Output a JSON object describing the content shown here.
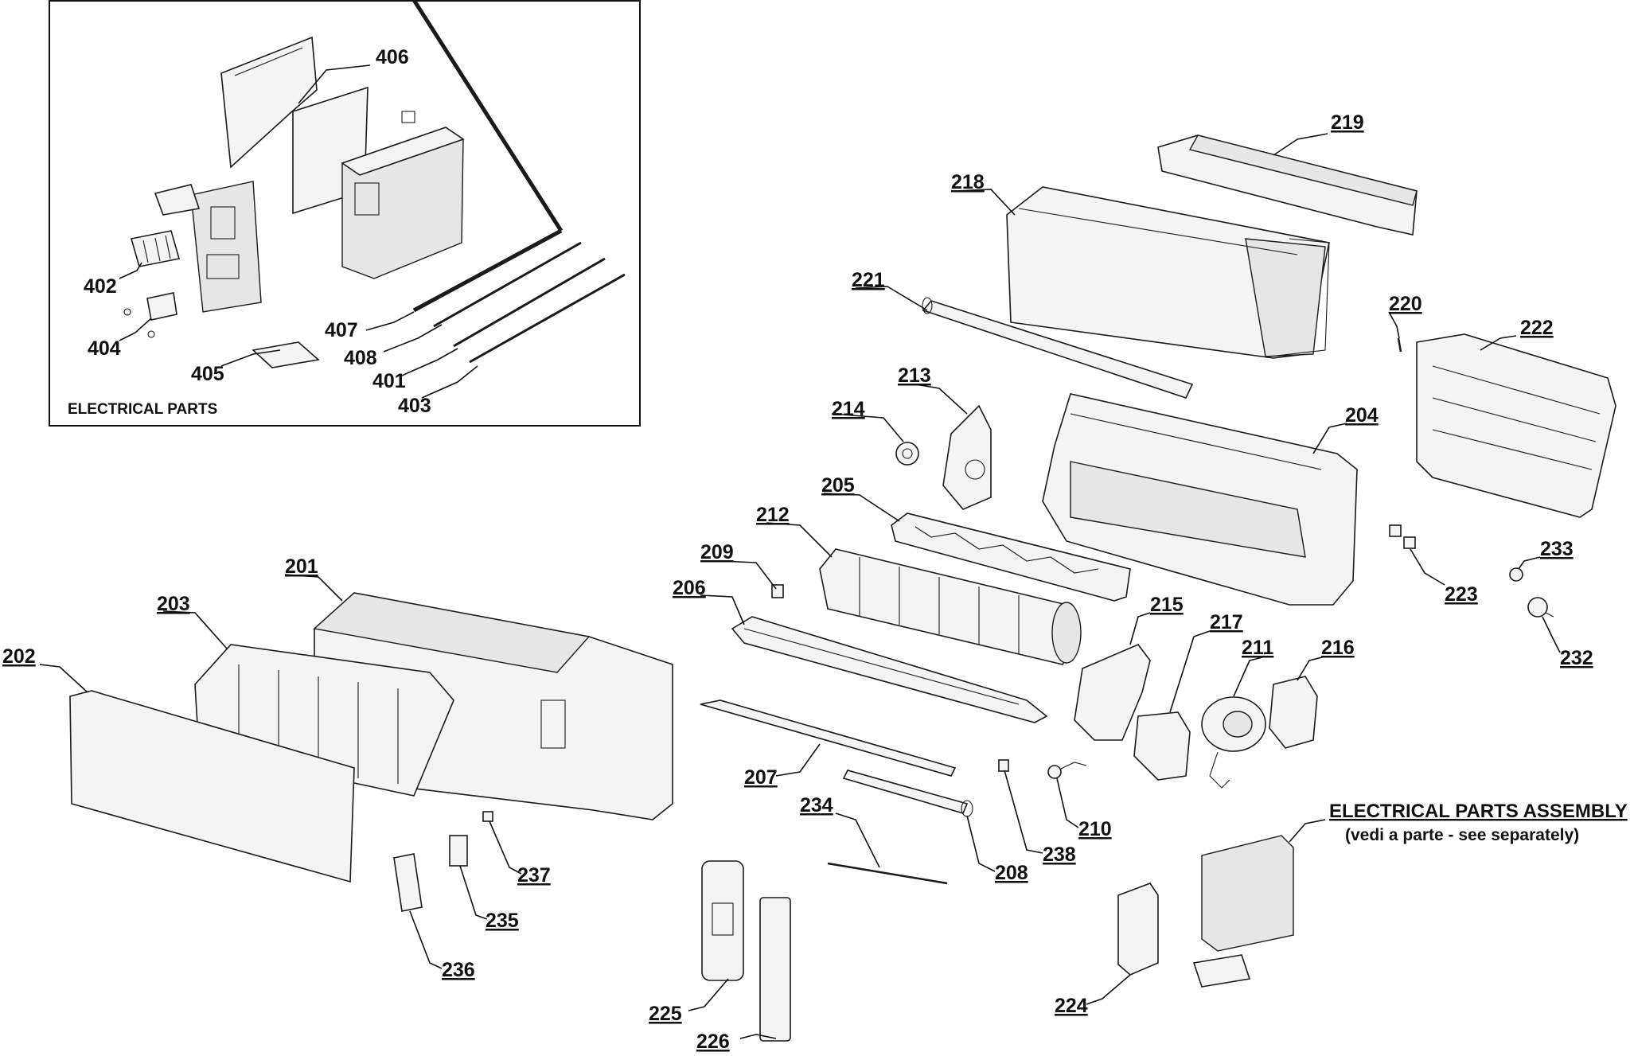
{
  "inset": {
    "caption": "ELECTRICAL PARTS"
  },
  "assembly_note": {
    "heading": "ELECTRICAL PARTS ASSEMBLY",
    "subheading": "(vedi a parte - see separately)"
  },
  "labels": {
    "p406": "406",
    "p402": "402",
    "p404": "404",
    "p405": "405",
    "p407": "407",
    "p408": "408",
    "p401": "401",
    "p403": "403",
    "p219": "219",
    "p218": "218",
    "p221": "221",
    "p220": "220",
    "p222": "222",
    "p213": "213",
    "p214": "214",
    "p204": "204",
    "p205": "205",
    "p212": "212",
    "p209": "209",
    "p206": "206",
    "p201": "201",
    "p203": "203",
    "p202": "202",
    "p215": "215",
    "p217": "217",
    "p211": "211",
    "p216": "216",
    "p223": "223",
    "p233": "233",
    "p232": "232",
    "p207": "207",
    "p234": "234",
    "p208": "208",
    "p238": "238",
    "p210": "210",
    "p237": "237",
    "p235": "235",
    "p236": "236",
    "p225": "225",
    "p226": "226",
    "p224": "224"
  }
}
